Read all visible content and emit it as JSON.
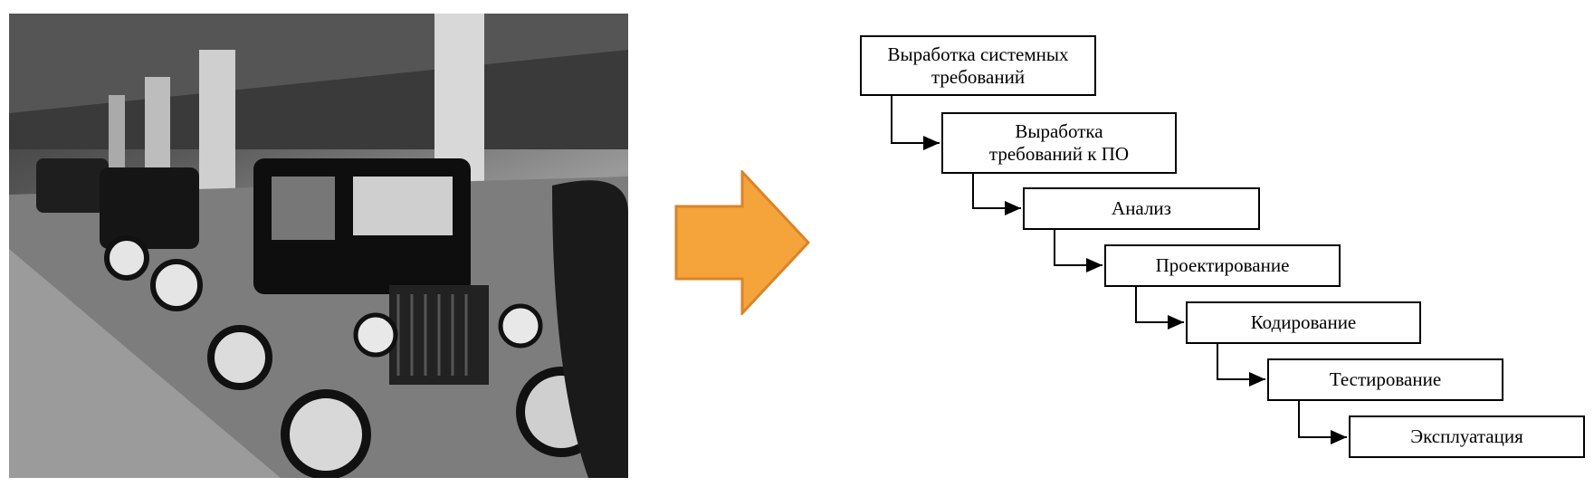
{
  "photo": {
    "subject": "assembly-line-photo"
  },
  "transition": {
    "icon": "right-arrow-icon",
    "color": "#F5A33B",
    "stroke": "#D9842A"
  },
  "waterfall": {
    "steps": [
      {
        "label": "Выработка системных\nтребований"
      },
      {
        "label": "Выработка\nтребований к ПО"
      },
      {
        "label": "Анализ"
      },
      {
        "label": "Проектирование"
      },
      {
        "label": "Кодирование"
      },
      {
        "label": "Тестирование"
      },
      {
        "label": "Эксплуатация"
      }
    ]
  }
}
